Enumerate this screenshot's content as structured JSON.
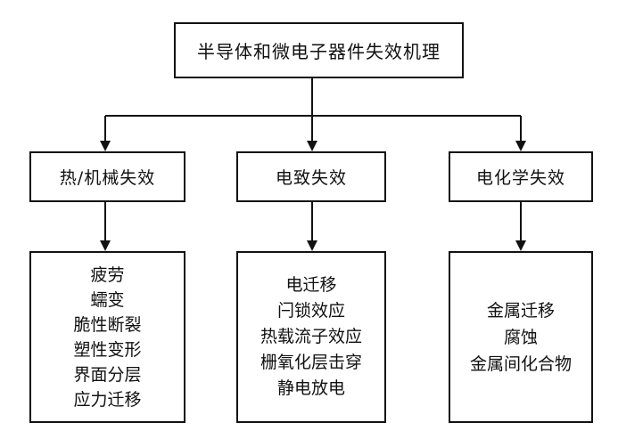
{
  "root": {
    "title": "半导体和微电子器件失效机理"
  },
  "categories": [
    {
      "label": "热/机械失效",
      "items": [
        "疲劳",
        "蠕变",
        "脆性断裂",
        "塑性变形",
        "界面分层",
        "应力迁移"
      ]
    },
    {
      "label": "电致失效",
      "items": [
        "电迁移",
        "闩锁效应",
        "热载流子效应",
        "栅氧化层击穿",
        "静电放电"
      ]
    },
    {
      "label": "电化学失效",
      "items": [
        "金属迁移",
        "腐蚀",
        "金属间化合物"
      ]
    }
  ],
  "colors": {
    "line": "#111111",
    "background": "#ffffff"
  }
}
